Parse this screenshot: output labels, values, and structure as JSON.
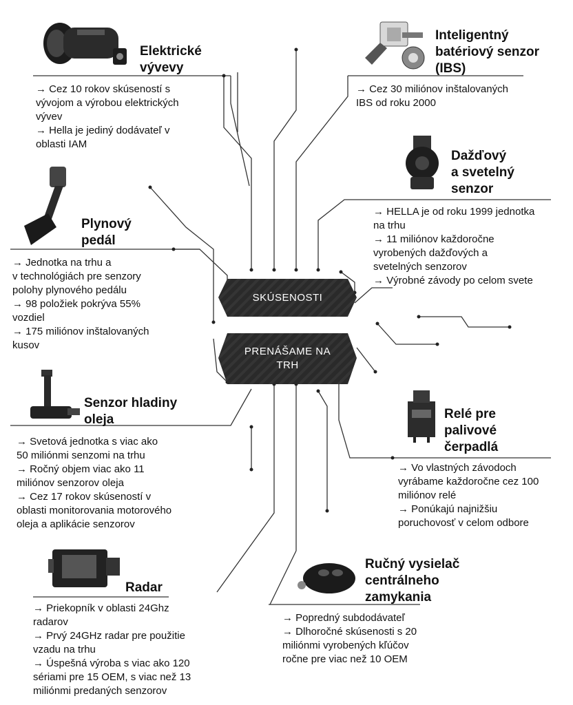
{
  "hub": {
    "top_label": "SKÚSENOSTI",
    "bottom_label_lines": [
      "PRENÁŠAME NA",
      "TRH"
    ]
  },
  "colors": {
    "hub_fill": "#2a2a2a",
    "hub_stripe": "#3a3a3a",
    "line": "#333333"
  },
  "products": [
    {
      "id": "vyveva",
      "title_lines": [
        "Elektrické",
        "vývevy"
      ],
      "points": [
        "→ Cez 10 rokov skúseností s",
        "vývojom a výrobou elektrických",
        "vývev",
        "→ Hella je jediný dodávateľ v",
        "oblasti IAM"
      ],
      "icon": "vacuum-pump-icon"
    },
    {
      "id": "ibs",
      "title_lines": [
        "Inteligentný",
        "batériový senzor",
        "(IBS)"
      ],
      "points": [
        "→ Cez 30 miliónov inštalovaných",
        "IBS od roku 2000"
      ],
      "icon": "battery-sensor-icon"
    },
    {
      "id": "rain",
      "title_lines": [
        "Dažďový",
        "a svetelný",
        "senzor"
      ],
      "points": [
        "→ HELLA je od roku 1999 jednotka",
        "na trhu",
        "→ 11 miliónov každoročne",
        "vyrobených dažďových a",
        "svetelných senzorov",
        "→ Výrobné závody po celom svete"
      ],
      "icon": "rain-sensor-icon"
    },
    {
      "id": "pedal",
      "title_lines": [
        "Plynový",
        "pedál"
      ],
      "points": [
        "→ Jednotka na trhu a",
        "v technológiách pre senzory",
        "polohy plynového pedálu",
        "→ 98 položiek pokrýva 55%",
        "vozdiel",
        "→ 175 miliónov inštalovaných",
        "kusov"
      ],
      "icon": "accelerator-pedal-icon"
    },
    {
      "id": "oil",
      "title_lines": [
        "Senzor hladiny",
        "oleja"
      ],
      "points": [
        "→ Svetová jednotka s viac ako",
        "50 miliónmi senzomi na trhu",
        "→ Ročný objem viac ako 11",
        "miliónov senzorov oleja",
        "→ Cez 17 rokov skúseností v",
        "oblasti monitorovania motorového",
        "oleja a aplikácie senzorov"
      ],
      "icon": "oil-level-sensor-icon"
    },
    {
      "id": "relay",
      "title_lines": [
        "Relé pre",
        "palivové",
        "čerpadlá"
      ],
      "points": [
        "→ Vo vlastných závodoch",
        "vyrábame každoročne cez 100",
        "miliónov relé",
        "→ Ponúkajú najnižšiu",
        "poruchovosť v celom odbore"
      ],
      "icon": "relay-icon"
    },
    {
      "id": "radar",
      "title_lines": [
        "Radar"
      ],
      "points": [
        "→ Priekopník v oblasti 24Ghz",
        "radarov",
        "→ Prvý 24GHz radar pre použitie",
        "vzadu na trhu",
        "→ Úspešná výroba s viac ako 120",
        "sériami pre 15 OEM, s viac než 13",
        "miliónmi predaných senzorov"
      ],
      "icon": "radar-sensor-icon"
    },
    {
      "id": "remote",
      "title_lines": [
        "Ručný vysielač",
        "centrálneho",
        "zamykania"
      ],
      "points": [
        "→ Popredný subdodávateľ",
        "→ Dlhoročné skúsenosti s 20",
        "miliónmi vyrobených kľúčov",
        "ročne pre viac než 10 OEM"
      ],
      "icon": "car-key-remote-icon"
    }
  ]
}
